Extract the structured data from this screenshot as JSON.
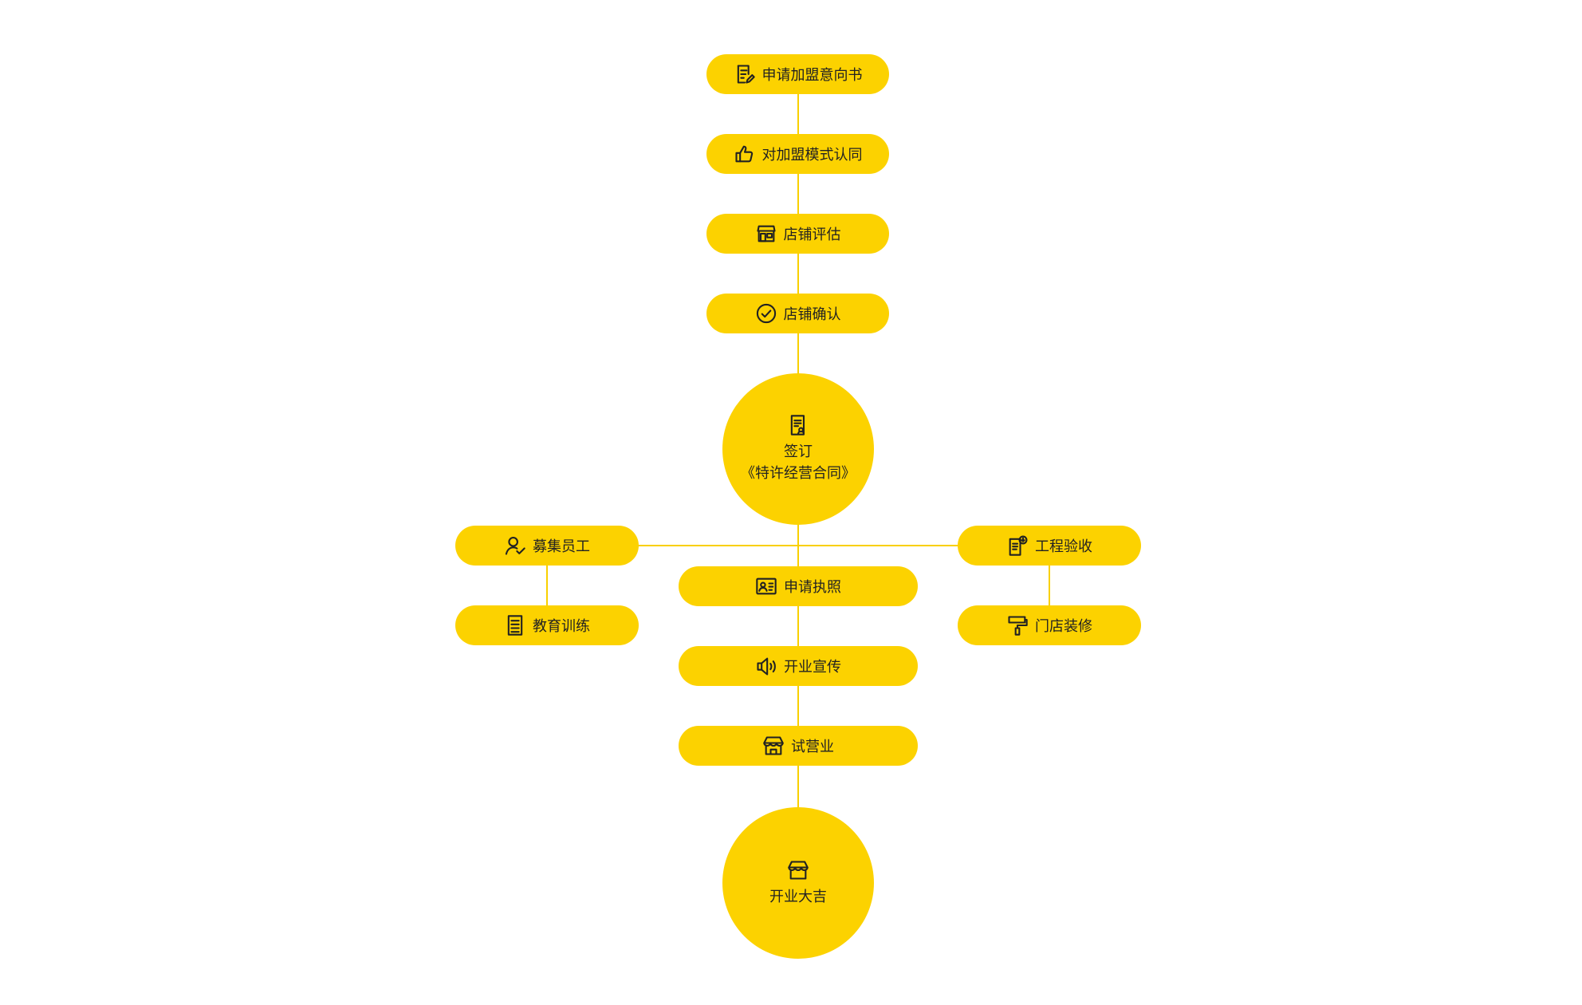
{
  "colors": {
    "node_fill": "#fcd200",
    "connector": "#f9d000",
    "text": "#222222"
  },
  "steps": {
    "intent_letter": {
      "label": "申请加盟意向书",
      "icon": "document-edit-icon"
    },
    "model_agree": {
      "label": "对加盟模式认同",
      "icon": "thumbs-up-icon"
    },
    "store_eval": {
      "label": "店铺评估",
      "icon": "storefront-icon"
    },
    "store_confirm": {
      "label": "店铺确认",
      "icon": "check-circle-icon"
    },
    "sign_contract": {
      "line1": "签订",
      "line2": "《特许经营合同》",
      "icon": "contract-icon"
    },
    "recruit": {
      "label": "募集员工",
      "icon": "user-add-icon"
    },
    "training": {
      "label": "教育训练",
      "icon": "list-doc-icon"
    },
    "license": {
      "label": "申请执照",
      "icon": "id-card-icon"
    },
    "promotion": {
      "label": "开业宣传",
      "icon": "speaker-icon"
    },
    "trial": {
      "label": "试营业",
      "icon": "shop-icon"
    },
    "acceptance": {
      "label": "工程验收",
      "icon": "inspection-icon"
    },
    "renovation": {
      "label": "门店装修",
      "icon": "paint-roller-icon"
    },
    "grand_opening": {
      "label": "开业大吉",
      "icon": "shop-icon"
    }
  }
}
